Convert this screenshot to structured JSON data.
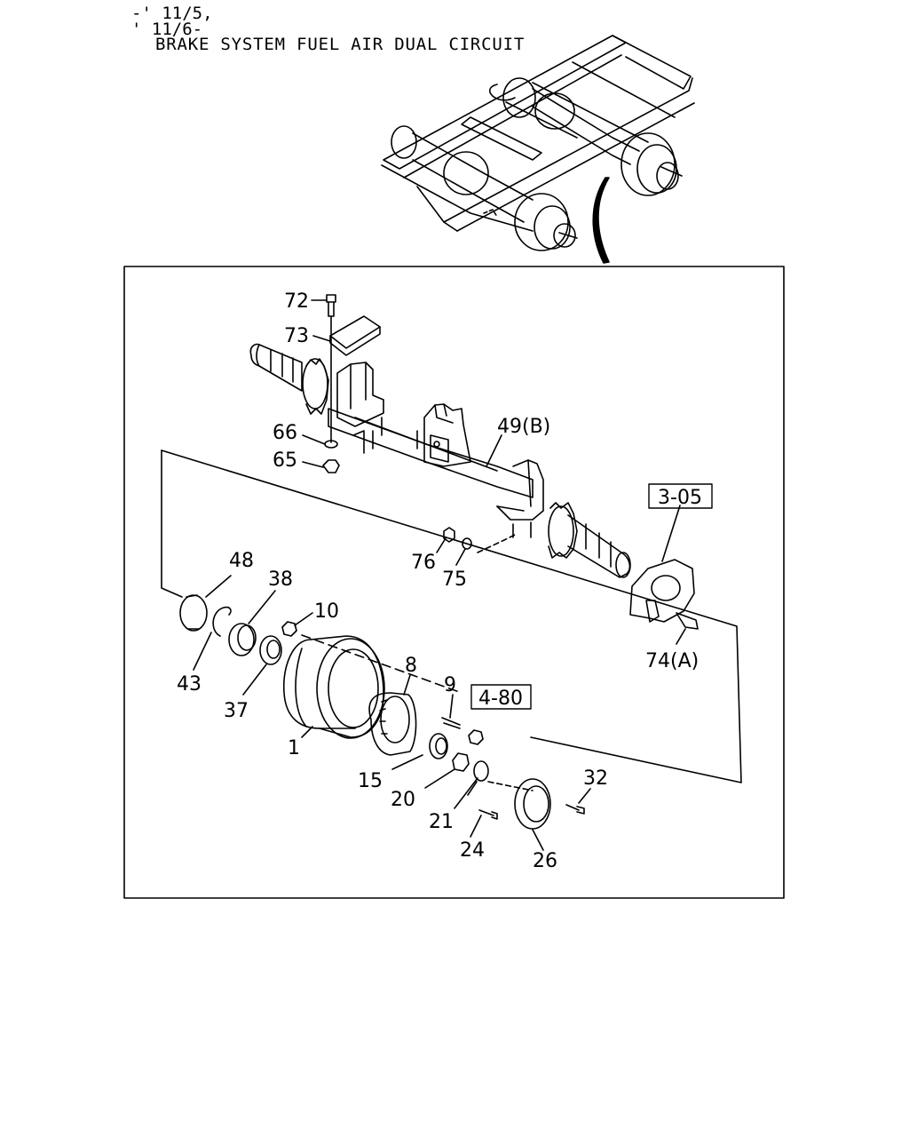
{
  "header": {
    "line1": "-' 11/5,",
    "line2": "' 11/6-",
    "line3": "BRAKE SYSTEM FUEL AIR DUAL CIRCUIT"
  },
  "refs": [
    {
      "id": "ref-3-05",
      "label": "3-05"
    },
    {
      "id": "ref-4-80",
      "label": "4-80"
    }
  ],
  "parts": {
    "p72": "72",
    "p73": "73",
    "p66": "66",
    "p65": "65",
    "p49": "49(B)",
    "p76": "76",
    "p75": "75",
    "p74": "74(A)",
    "p48": "48",
    "p38": "38",
    "p10": "10",
    "p43": "43",
    "p37": "37",
    "p8": "8",
    "p9": "9",
    "p1": "1",
    "p15": "15",
    "p20": "20",
    "p21": "21",
    "p24": "24",
    "p26": "26",
    "p32": "32"
  }
}
